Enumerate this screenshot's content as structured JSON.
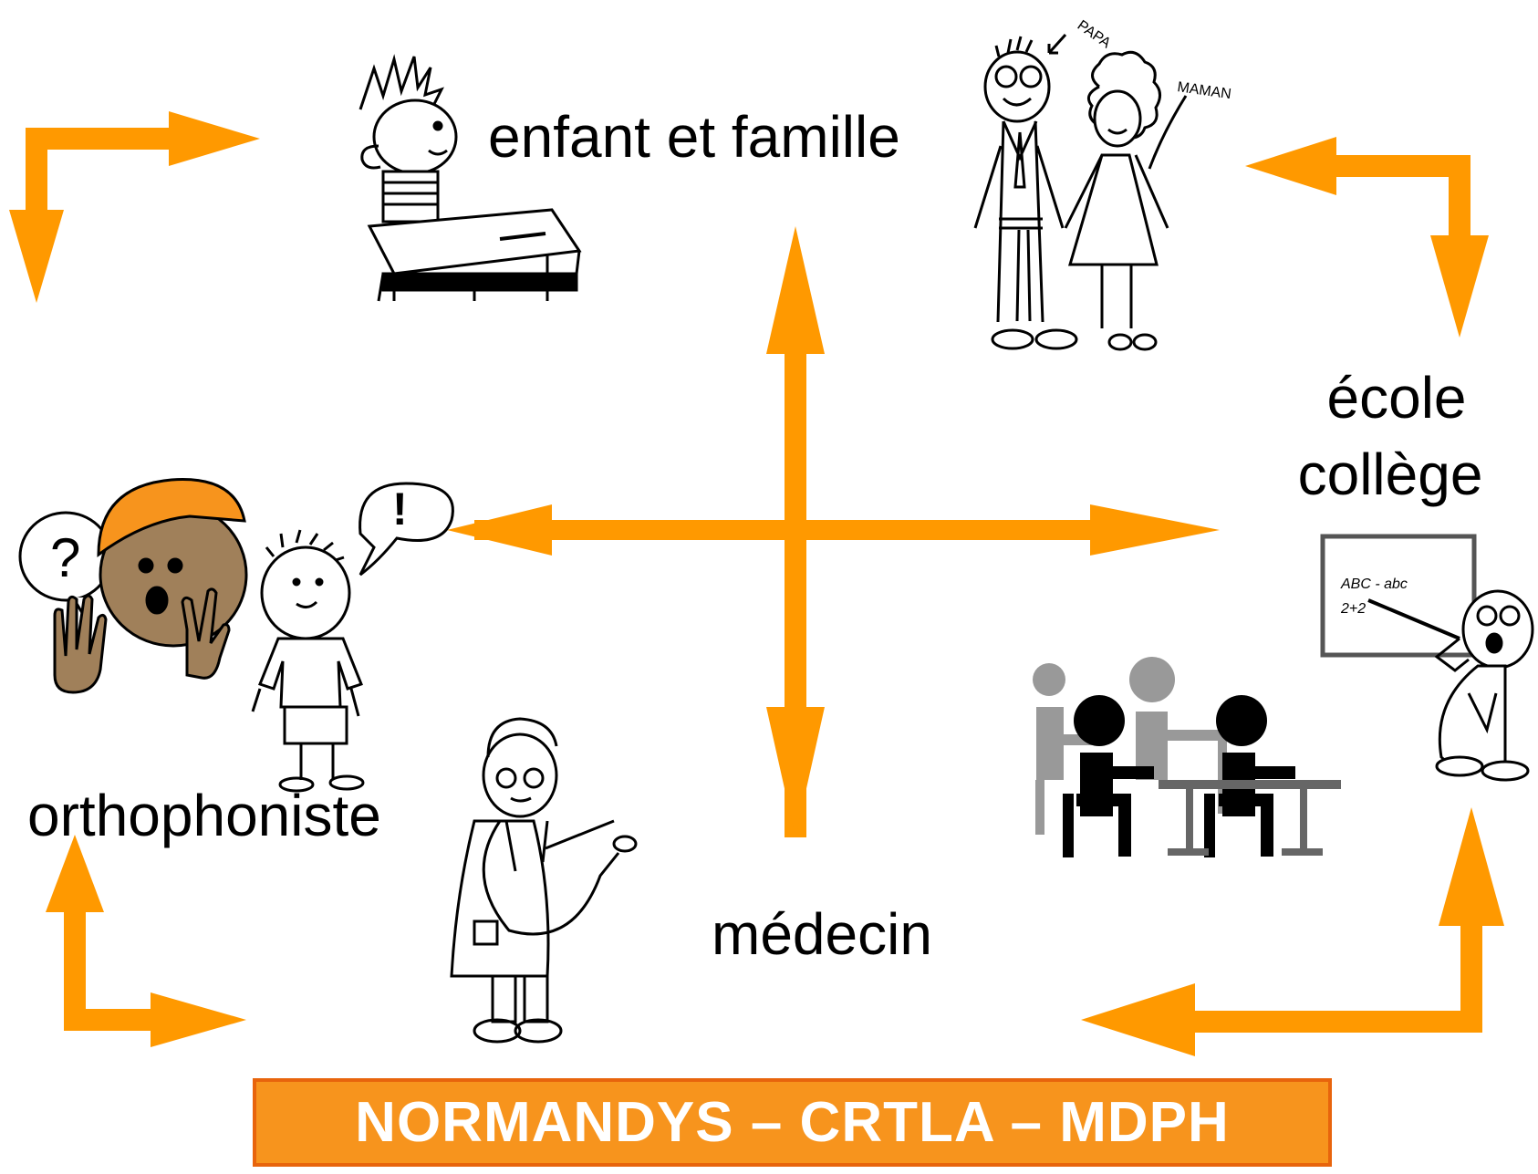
{
  "colors": {
    "arrow": "#FF9900",
    "banner_fill": "#F7941D",
    "banner_border": "#E8640C",
    "banner_text": "#FFFFFF",
    "hair": "#F7941D",
    "face": "#A0805A"
  },
  "nodes": {
    "child_family": "enfant et famille",
    "school_line1": "école",
    "school_line2": "collège",
    "speech_therapist": "orthophoniste",
    "doctor": "médecin"
  },
  "illustration_text": {
    "papa": "PAPA",
    "maman": "MAMAN",
    "board_line1": "ABC - abc",
    "board_line2": "2+2",
    "question": "?",
    "exclamation": "!"
  },
  "banner": {
    "text": "NORMANDYS – CRTLA – MDPH"
  },
  "icons": [
    "child-at-desk-icon",
    "parents-icon",
    "sign-language-speaker-icon",
    "boy-exclaiming-icon",
    "doctor-stethoscope-icon",
    "students-at-desks-icon",
    "teacher-at-board-icon"
  ]
}
